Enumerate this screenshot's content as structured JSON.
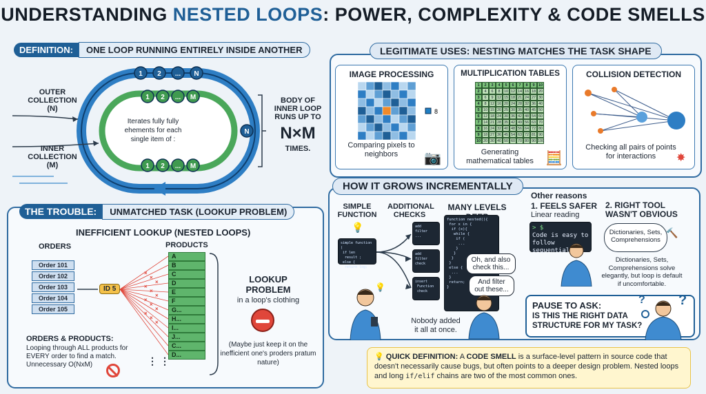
{
  "title": {
    "part1": "UNDERSTANDING ",
    "highlight": "NESTED LOOPS",
    "part2": ": POWER, COMPLEXITY & CODE SMELLS"
  },
  "definition": {
    "tag": "DEFINITION:",
    "text": "ONE LOOP RUNNING ENTIRELY INSIDE ANOTHER",
    "outer_label": "OUTER COLLECTION (N)",
    "inner_label": "INNER COLLECTION (M)",
    "outer_nodes": [
      "1",
      "2",
      "...",
      "N"
    ],
    "inner_nodes_top": [
      "1",
      "2",
      "...",
      "M"
    ],
    "inner_nodes_bottom": [
      "1",
      "2",
      "...",
      "M"
    ],
    "side_node": "N",
    "center_text": "Iterates fully fully ehements for each single item of :",
    "body_text": "BODY OF INNER LOOP RUNS UP TO",
    "nxm": "N×M",
    "times": "TIMES."
  },
  "legit": {
    "tag": "LEGITIMATE USES: NESTING MATCHES THE TASK SHAPE",
    "image_title": "IMAGE PROCESSING",
    "image_caption": "Comparing pixels to neighbors",
    "image_num": "8",
    "mult_title": "MULTIPLICATION TABLES",
    "mult_caption": "Generating mathematical tables",
    "collision_title": "COLLISION DETECTION",
    "collision_caption": "Checking all pairs of points for interactions"
  },
  "trouble": {
    "tag": "THE TROUBLE:",
    "text": "UNMATCHED TASK (LOOKUP PROBLEM)",
    "inefficient": "INEFFICIENT LOOKUP (NESTED LOOPS)",
    "orders_label": "ORDERS",
    "products_label": "PRODUCTS",
    "orders": [
      "Order 101",
      "Order 102",
      "Order 103",
      "Order 104",
      "Order 105"
    ],
    "id_tag": "ID 5",
    "products": [
      "A",
      "B",
      "C",
      "D",
      "E",
      "F",
      "G...",
      "H...",
      "I...",
      "J...",
      "C...",
      "D..."
    ],
    "dots": "⋮",
    "lookup_title": "LOOKUP PROBLEM",
    "lookup_sub": "in a loop's clothing",
    "summary_title": "ORDERS & PRODUCTS:",
    "summary_text": "Looping through ALL products for EVERY order to find a match. Unnecessary O(NxM)",
    "maybe": "(Maybe just keep it on the inefficient one's proders pratum nature)"
  },
  "grows": {
    "tag": "HOW IT GROWS INCREMENTALLY",
    "simple": "SIMPLE FUNCTION",
    "additional": "ADDITIONAL CHECKS",
    "deep": "MANY LEVELS DEEP",
    "bubble1": "Oh, and also check this...",
    "bubble2": "And filter out these...",
    "nobody": "Nobody added it all at once."
  },
  "reasons": {
    "title": "Other reasons",
    "r1_title": "1. FEELS SAFER",
    "r1_sub": "Linear reading",
    "r1_code": "Code is easy to follow sequentially",
    "r1_prompt": "> $",
    "r2_title": "2. RIGHT TOOL WASN'T OBVIOUS",
    "r2_cloud": "Dictionaries, Sets, Comprehensions",
    "r2_text": "Dictionaries, Sets, Comprehensions solve elegantly, but loop is default if uncomfortable."
  },
  "pause": {
    "title": "PAUSE TO ASK:",
    "text": "IS THIS THE RIGHT DATA STRUCTURE FOR MY TASK?"
  },
  "quick": {
    "title": "QUICK DEFINITION:",
    "a": " A ",
    "smell": "CODE SMELL",
    "text": " is a surface-level pattern in source code that doesn't necessarily cause bugs, but often points to a deeper design problem. Nested loops and long ",
    "code": "if/elif",
    "tail": " chains are two of the most common ones."
  },
  "colors": {
    "accent": "#1f5f96",
    "outer_loop": "#2e7ec4",
    "inner_loop": "#4aa75a",
    "warn": "#e0463a"
  }
}
